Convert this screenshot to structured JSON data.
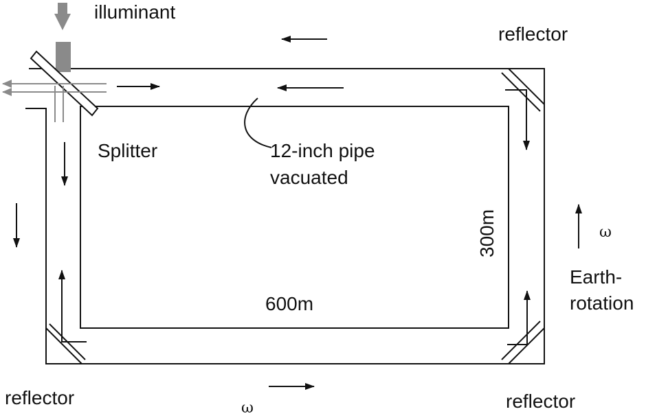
{
  "labels": {
    "illuminant": "illuminant",
    "reflector_top_right": "reflector",
    "reflector_bottom_left": "reflector",
    "reflector_bottom_right": "reflector",
    "splitter": "Splitter",
    "pipe_line1": "12-inch pipe",
    "pipe_line2": "vacuated",
    "length": "600m",
    "width": "300m",
    "omega_right": "ω",
    "omega_bottom": "ω",
    "earth_line1": "Earth-",
    "earth_line2": "rotation"
  },
  "colors": {
    "line": "#111111",
    "illuminant_gray": "#8a8a8a"
  }
}
